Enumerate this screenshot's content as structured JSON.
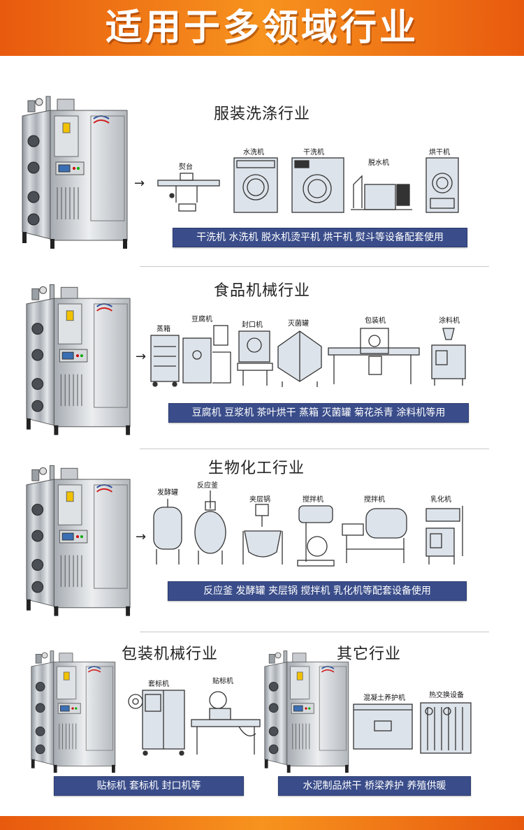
{
  "banner": {
    "title": "适用于多领域行业"
  },
  "sections": [
    {
      "id": "garment",
      "title": "服装洗涤行业",
      "machines": [
        "熨台",
        "水洗机",
        "干洗机",
        "脱水机",
        "烘干机"
      ],
      "caption": "干洗机  水洗机  脱水机烫平机 烘干机  熨斗等设备配套使用"
    },
    {
      "id": "food",
      "title": "食品机械行业",
      "machines": [
        "蒸箱",
        "豆腐机",
        "封口机",
        "灭菌罐",
        "包装机",
        "涂料机"
      ],
      "caption": "豆腐机  豆浆机  茶叶烘干  蒸箱 灭菌罐 菊花杀青 涂料机等用"
    },
    {
      "id": "biochem",
      "title": "生物化工行业",
      "machines": [
        "发酵罐",
        "反应釜",
        "夹层锅",
        "搅拌机",
        "搅拌机",
        "乳化机"
      ],
      "caption": "反应釜  发酵罐   夹层锅   搅拌机   乳化机等配套设备使用"
    },
    {
      "id": "packaging",
      "title": "包装机械行业",
      "machines": [
        "套标机",
        "贴标机"
      ],
      "caption": "贴标机    套标机  封口机等"
    },
    {
      "id": "other",
      "title": "其它行业",
      "machines": [
        "混凝土养护机",
        "热交换设备"
      ],
      "caption": "水泥制品烘干    桥梁养护  养殖供暖"
    }
  ],
  "icons": {
    "arrow": "→"
  },
  "colors": {
    "banner": "#f7931e",
    "caption_bg": "#3a4d8a"
  }
}
